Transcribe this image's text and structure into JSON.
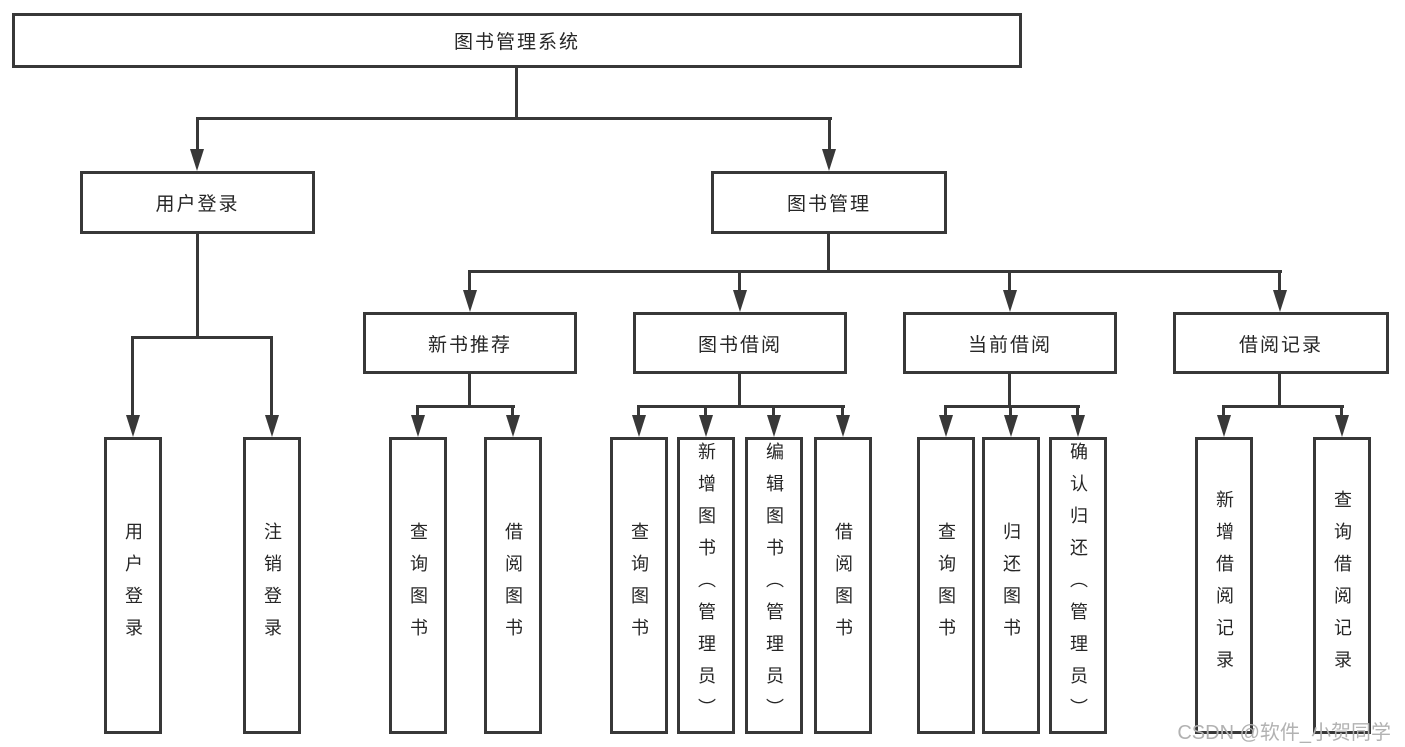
{
  "diagram": {
    "root": {
      "label": "图书管理系统"
    },
    "branches": [
      {
        "label": "用户登录",
        "children": [
          {
            "label": "用户登录"
          },
          {
            "label": "注销登录"
          }
        ]
      },
      {
        "label": "图书管理",
        "children": [
          {
            "label": "新书推荐",
            "children": [
              {
                "label": "查询图书"
              },
              {
                "label": "借阅图书"
              }
            ]
          },
          {
            "label": "图书借阅",
            "children": [
              {
                "label": "查询图书"
              },
              {
                "label": "新增图书（管理员）"
              },
              {
                "label": "编辑图书（管理员）"
              },
              {
                "label": "借阅图书"
              }
            ]
          },
          {
            "label": "当前借阅",
            "children": [
              {
                "label": "查询图书"
              },
              {
                "label": "归还图书"
              },
              {
                "label": "确认归还（管理员）"
              }
            ]
          },
          {
            "label": "借阅记录",
            "children": [
              {
                "label": "新增借阅记录"
              },
              {
                "label": "查询借阅记录"
              }
            ]
          }
        ]
      }
    ]
  },
  "watermark": {
    "text": "CSDN @软件_小贺同学"
  },
  "colors": {
    "line": "#383838",
    "text": "#262626",
    "background": "#ffffff",
    "watermark": "#b2b2b2"
  }
}
